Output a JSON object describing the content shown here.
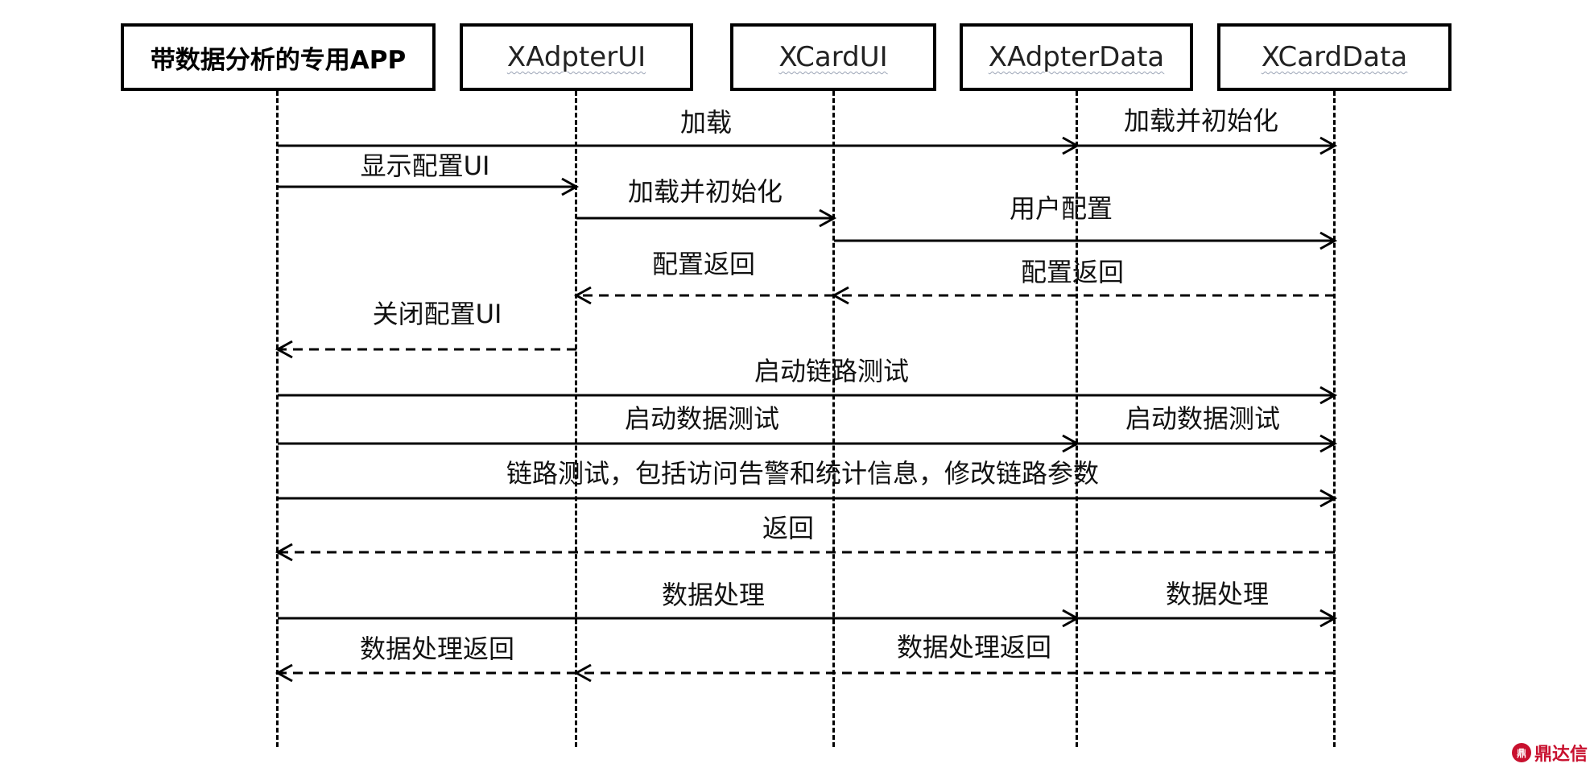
{
  "participants": [
    {
      "id": "app",
      "label": "带数据分析的专用APP"
    },
    {
      "id": "adpterui",
      "label": "XAdpterUI"
    },
    {
      "id": "cardui",
      "label": "XCardUI"
    },
    {
      "id": "adpterdata",
      "label": "XAdpterData"
    },
    {
      "id": "carddata",
      "label": "XCardData"
    }
  ],
  "messages": [
    {
      "from": "app",
      "to": "adpterdata",
      "label": "加载",
      "type": "sync"
    },
    {
      "from": "adpterdata",
      "to": "carddata",
      "label": "加载并初始化",
      "type": "sync"
    },
    {
      "from": "app",
      "to": "adpterui",
      "label": "显示配置UI",
      "type": "sync"
    },
    {
      "from": "adpterui",
      "to": "cardui",
      "label": "加载并初始化",
      "type": "sync"
    },
    {
      "from": "cardui",
      "to": "carddata",
      "label": "用户配置",
      "type": "sync"
    },
    {
      "from": "cardui",
      "to": "adpterui",
      "label": "配置返回",
      "type": "return"
    },
    {
      "from": "carddata",
      "to": "cardui",
      "label": "配置返回",
      "type": "return"
    },
    {
      "from": "adpterui",
      "to": "app",
      "label": "关闭配置UI",
      "type": "return"
    },
    {
      "from": "app",
      "to": "carddata",
      "label": "启动链路测试",
      "type": "sync"
    },
    {
      "from": "app",
      "to": "adpterdata",
      "label": "启动数据测试",
      "type": "sync"
    },
    {
      "from": "adpterdata",
      "to": "carddata",
      "label": "启动数据测试",
      "type": "sync"
    },
    {
      "from": "app",
      "to": "carddata",
      "label": "链路测试，包括访问告警和统计信息，修改链路参数",
      "type": "sync"
    },
    {
      "from": "carddata",
      "to": "app",
      "label": "返回",
      "type": "return"
    },
    {
      "from": "app",
      "to": "adpterdata",
      "label": "数据处理",
      "type": "sync"
    },
    {
      "from": "adpterdata",
      "to": "carddata",
      "label": "数据处理",
      "type": "sync"
    },
    {
      "from": "adpterui",
      "to": "app",
      "label": "数据处理返回",
      "type": "return"
    },
    {
      "from": "carddata",
      "to": "adpterui",
      "label": "数据处理返回",
      "type": "return"
    }
  ],
  "watermark": {
    "logo": "鼎",
    "text": "鼎达信"
  }
}
